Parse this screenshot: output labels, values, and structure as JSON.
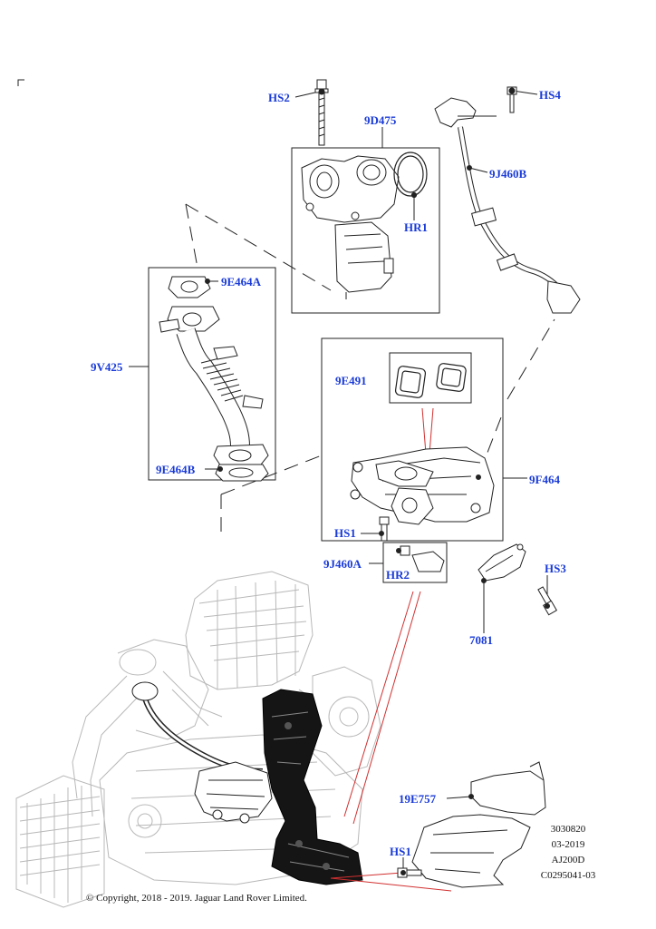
{
  "callouts": {
    "hs2": "HS2",
    "hs4": "HS4",
    "d9475": "9D475",
    "hr1": "HR1",
    "j460b": "9J460B",
    "e464a": "9E464A",
    "v425": "9V425",
    "e464b": "9E464B",
    "e491": "9E491",
    "f464": "9F464",
    "hs1_upper": "HS1",
    "j460a": "9J460A",
    "hr2": "HR2",
    "hs3": "HS3",
    "p7081": "7081",
    "e757": "19E757",
    "hs1_lower": "HS1"
  },
  "reference": {
    "line1": "3030820",
    "line2": "03-2019",
    "line3": "AJ200D",
    "line4": "C0295041-03"
  },
  "copyright": "© Copyright, 2018 - 2019. Jaguar Land Rover Limited.",
  "colors": {
    "callout_text": "#1a3bd8",
    "leader_red": "#d23030",
    "outline": "#222222",
    "engine_ghost": "#b8b8b8"
  }
}
